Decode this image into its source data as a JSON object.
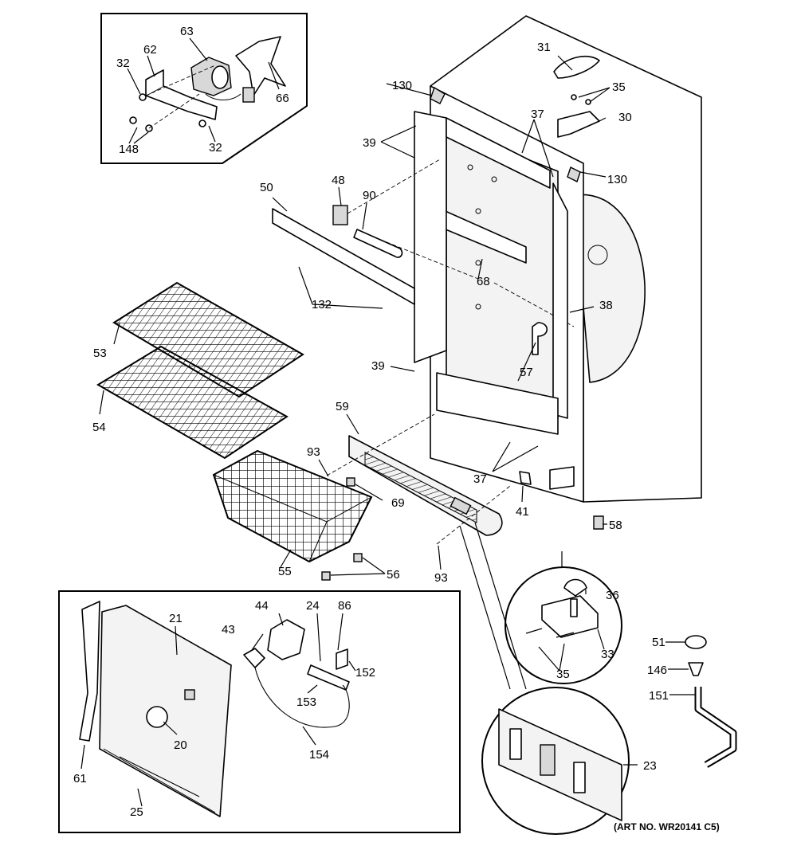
{
  "art_number": "(ART NO. WR20141 C5)",
  "labels": {
    "p20": "20",
    "p21": "21",
    "p23": "23",
    "p24": "24",
    "p25": "25",
    "p30": "30",
    "p31": "31",
    "p32a": "32",
    "p32b": "32",
    "p33": "33",
    "p35a": "35",
    "p35b": "35",
    "p36": "36",
    "p37a": "37",
    "p37b": "37",
    "p38": "38",
    "p39a": "39",
    "p39b": "39",
    "p41": "41",
    "p43": "43",
    "p44": "44",
    "p48": "48",
    "p50": "50",
    "p51": "51",
    "p53": "53",
    "p54": "54",
    "p55": "55",
    "p56": "56",
    "p57": "57",
    "p58": "58",
    "p59": "59",
    "p61": "61",
    "p62": "62",
    "p63": "63",
    "p66": "66",
    "p68": "68",
    "p69": "69",
    "p86": "86",
    "p90": "90",
    "p93a": "93",
    "p93b": "93",
    "p130a": "130",
    "p130b": "130",
    "p132": "132",
    "p146": "146",
    "p148": "148",
    "p151": "151",
    "p152": "152",
    "p153": "153",
    "p154": "154"
  }
}
